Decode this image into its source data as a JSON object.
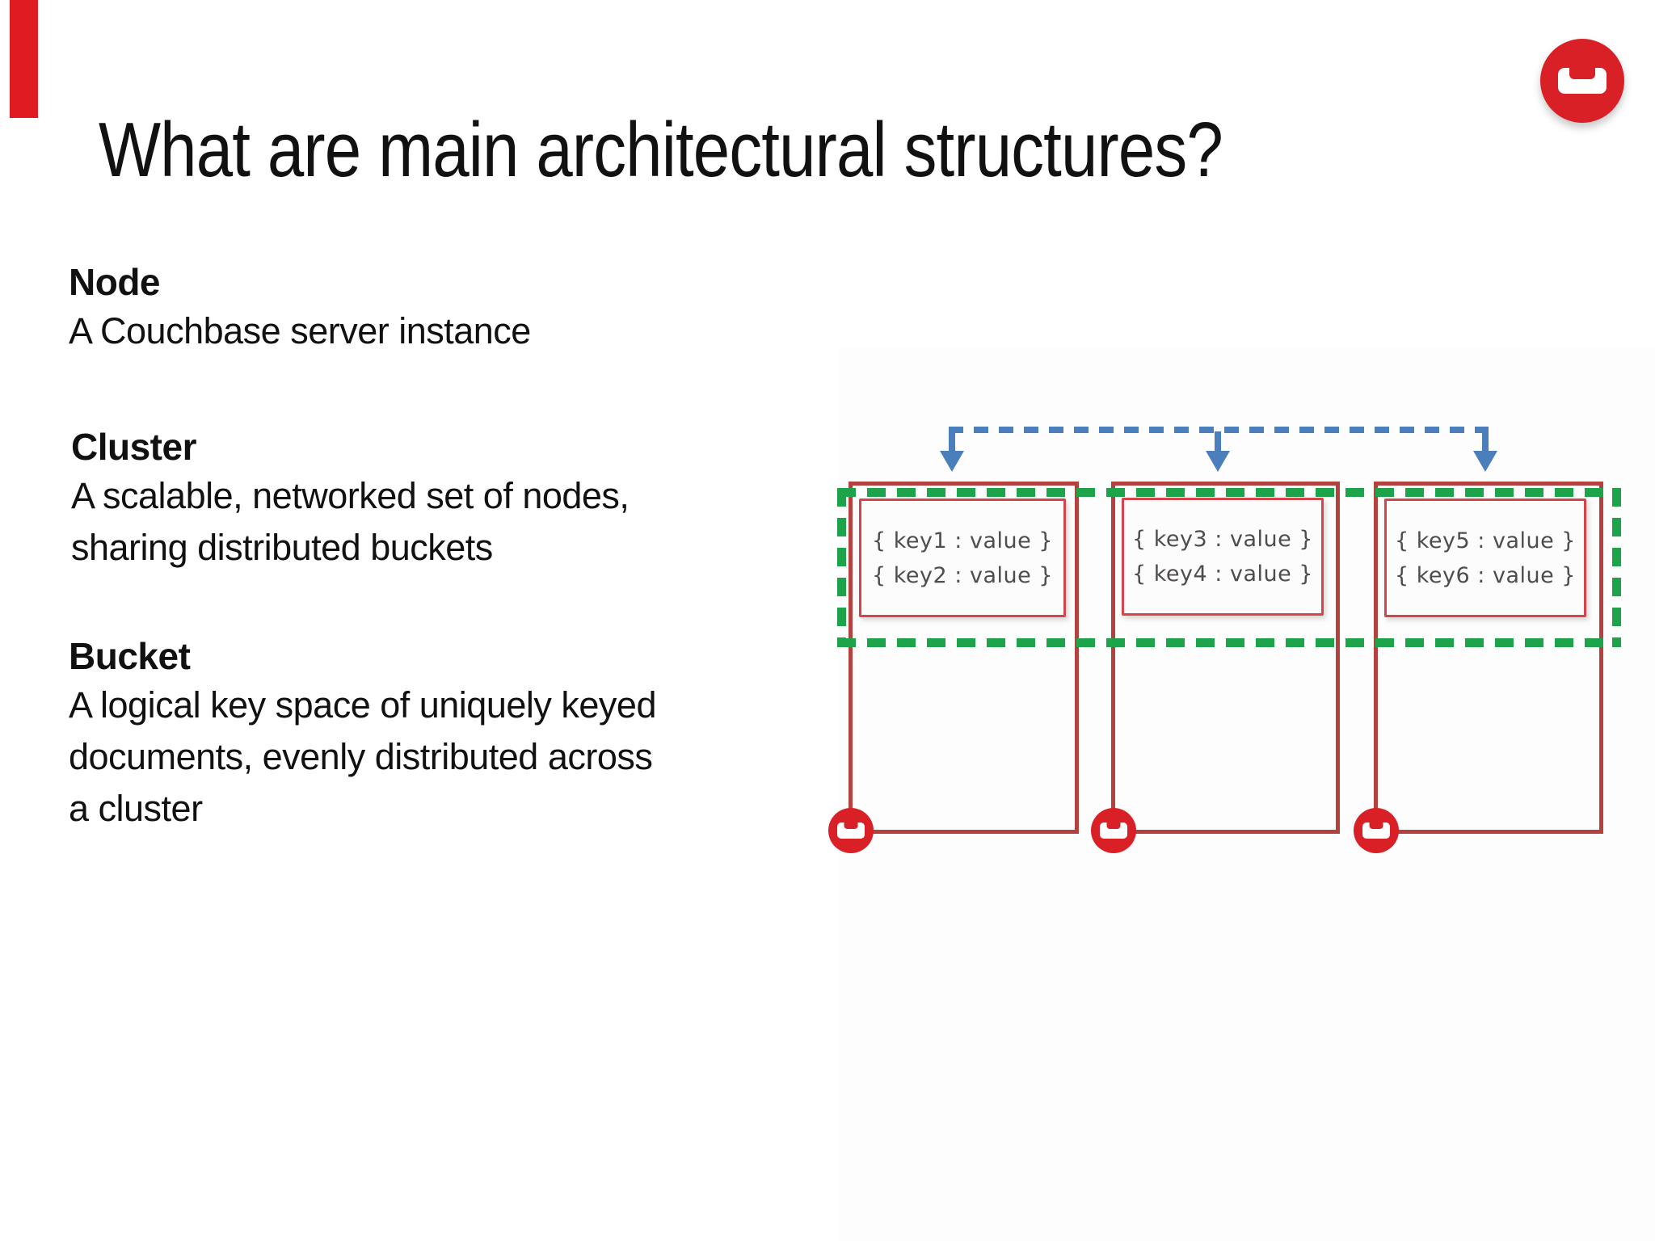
{
  "slide": {
    "title": "What are main architectural structures?"
  },
  "definitions": [
    {
      "term": "Node",
      "lines": [
        "A Couchbase server instance"
      ]
    },
    {
      "term": "Cluster",
      "lines": [
        "A scalable, networked set of nodes,",
        "sharing distributed buckets"
      ]
    },
    {
      "term": "Bucket",
      "lines": [
        "A logical key space of uniquely keyed",
        "documents, evenly distributed across",
        "a cluster"
      ]
    }
  ],
  "diagram": {
    "nodes": [
      {
        "documents": [
          "{ key1 : value }",
          "{ key2 : value }"
        ]
      },
      {
        "documents": [
          "{ key3 : value }",
          "{ key4 : value }"
        ]
      },
      {
        "documents": [
          "{ key5 : value }",
          "{ key6 : value }"
        ]
      }
    ]
  },
  "colors": {
    "accent_bar_red": "#e11b22",
    "arrow_blue": "#4a7fbc",
    "bucket_green": "#1da44b",
    "node_outline_red": "#b5413e",
    "document_box_red": "#d4444a",
    "couchbase_logo_red": "#d92027",
    "key_text_gray": "#4f4c4d"
  }
}
